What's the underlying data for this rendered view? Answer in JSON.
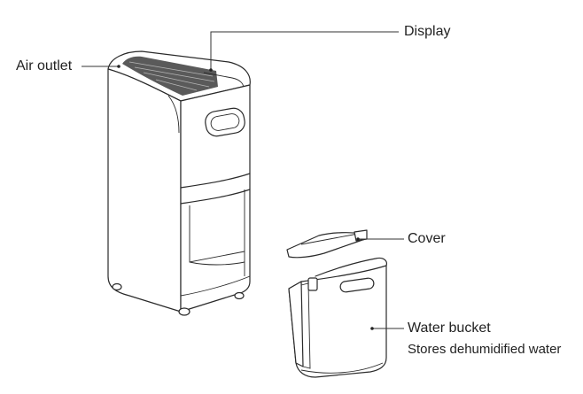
{
  "labels": {
    "display": "Display",
    "air_outlet": "Air outlet",
    "cover": "Cover",
    "water_bucket": "Water bucket",
    "water_bucket_desc": "Stores dehumidified water"
  },
  "colors": {
    "line": "#2a2a2a",
    "grille": "#5a5a5a",
    "background": "#ffffff"
  }
}
